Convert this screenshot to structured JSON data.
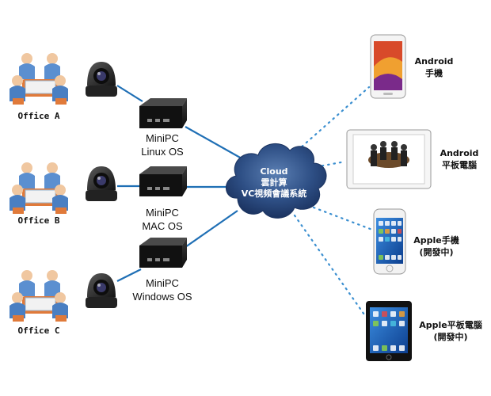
{
  "offices": [
    {
      "label": "Office A"
    },
    {
      "label": "Office B"
    },
    {
      "label": "Office C"
    }
  ],
  "minipcs": [
    {
      "line1": "MiniPC",
      "line2": "Linux OS"
    },
    {
      "line1": "MiniPC",
      "line2": "MAC OS"
    },
    {
      "line1": "MiniPC",
      "line2": "Windows OS"
    }
  ],
  "cloud": {
    "line1": "Cloud",
    "line2": "雲計算",
    "line3": "VC視頻會議系統"
  },
  "devices": [
    {
      "line1": "Android",
      "line2": "手機"
    },
    {
      "line1": "Android",
      "line2": "平板電腦"
    },
    {
      "line1": "Apple手機",
      "line2": "(開發中)"
    },
    {
      "line1": "Apple平板電腦",
      "line2": "(開發中)"
    }
  ],
  "colors": {
    "link_line": "#1f6fb5",
    "dotted_line": "#3b8fd0",
    "cloud": "#2b4a7a",
    "pc_box": "#1a1a1a"
  }
}
